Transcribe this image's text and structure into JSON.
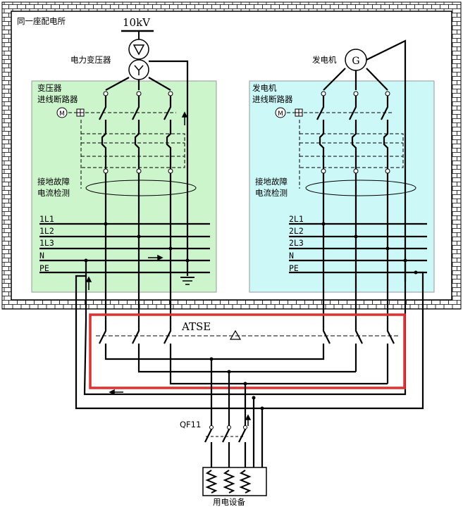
{
  "substation_label": "同一座配电所",
  "voltage_label": "10kV",
  "transformer_label": "电力变压器",
  "transformer_symbols": [
    "∇",
    "Y"
  ],
  "generator_label": "发电机",
  "generator_symbol": "G",
  "left_panel": {
    "breaker_label_line1": "变压器",
    "breaker_label_line2": "进线断路器",
    "fault_label_line1": "接地故障",
    "fault_label_line2": "电流检测",
    "bus_labels": [
      "1L1",
      "1L2",
      "1L3",
      "N",
      "PE"
    ],
    "motor_symbol": "M"
  },
  "right_panel": {
    "breaker_label_line1": "发电机",
    "breaker_label_line2": "进线断路器",
    "fault_label_line1": "接地故障",
    "fault_label_line2": "电流检测",
    "bus_labels": [
      "2L1",
      "2L2",
      "2L3",
      "N",
      "PE"
    ],
    "motor_symbol": "M"
  },
  "atse_label": "ATSE",
  "qf_label": "QF11",
  "load_label": "用电设备",
  "colors": {
    "left_panel_fill": "#ccf5cc",
    "right_panel_fill": "#ccf8f8",
    "highlight_border": "#e03030",
    "line": "#000000"
  }
}
